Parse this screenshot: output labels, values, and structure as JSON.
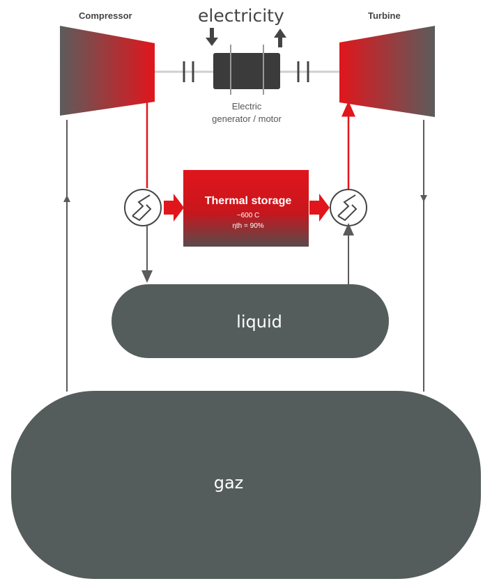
{
  "labels": {
    "electricity": "electricity",
    "compressor": "Compressor",
    "turbine": "Turbine",
    "generator_line1": "Electric",
    "generator_line2": "generator / motor",
    "storage_title": "Thermal storage",
    "storage_temp": "~600 C",
    "storage_eff": "ηth = 90%",
    "liquid": "liquid",
    "gas": "gaz"
  },
  "colors": {
    "machine_red": "#e0161c",
    "machine_dark": "#5c5c5c",
    "tank_fill": "#555d5c",
    "line_gray": "#5a5a5a",
    "hot_line": "#e0161c"
  }
}
